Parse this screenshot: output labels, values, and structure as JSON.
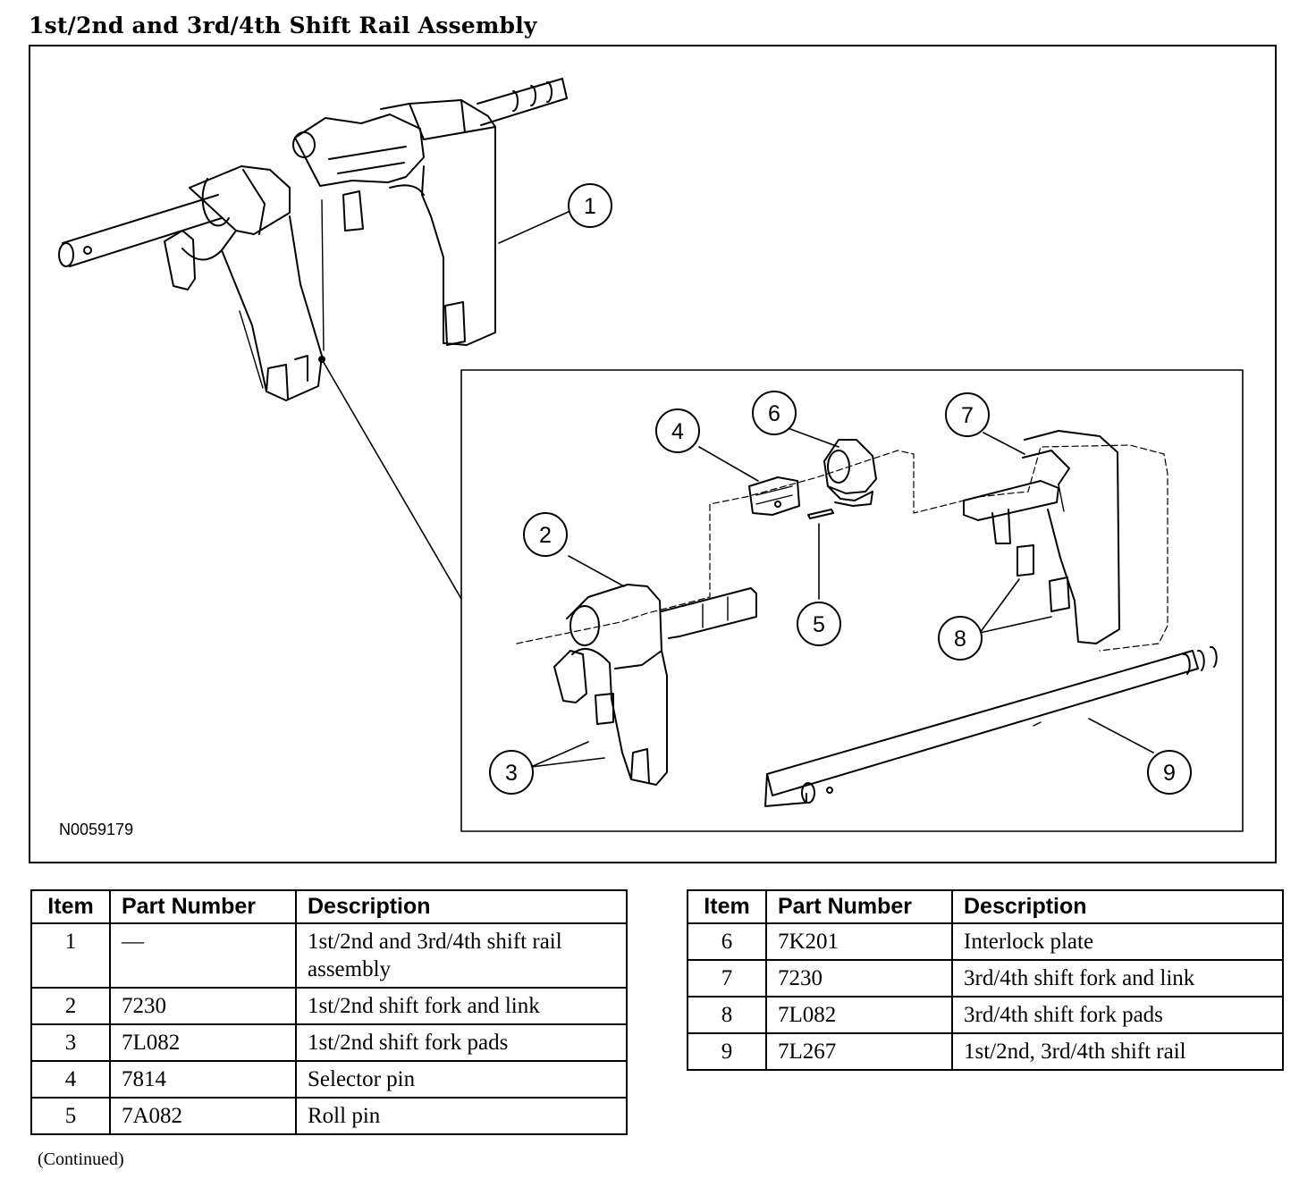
{
  "title": "1st/2nd and 3rd/4th Shift Rail Assembly",
  "figure": {
    "code": "N0059179",
    "callouts": [
      "1",
      "2",
      "3",
      "4",
      "5",
      "6",
      "7",
      "8",
      "9"
    ]
  },
  "table_headers": {
    "item": "Item",
    "part_number": "Part Number",
    "description": "Description"
  },
  "parts_left": [
    {
      "item": "1",
      "part_number": "—",
      "description": "1st/2nd and 3rd/4th shift rail assembly"
    },
    {
      "item": "2",
      "part_number": "7230",
      "description": "1st/2nd shift fork and link"
    },
    {
      "item": "3",
      "part_number": "7L082",
      "description": "1st/2nd shift fork pads"
    },
    {
      "item": "4",
      "part_number": "7814",
      "description": "Selector pin"
    },
    {
      "item": "5",
      "part_number": "7A082",
      "description": "Roll pin"
    }
  ],
  "parts_right": [
    {
      "item": "6",
      "part_number": "7K201",
      "description": "Interlock plate"
    },
    {
      "item": "7",
      "part_number": "7230",
      "description": "3rd/4th shift fork and link"
    },
    {
      "item": "8",
      "part_number": "7L082",
      "description": "3rd/4th shift fork pads"
    },
    {
      "item": "9",
      "part_number": "7L267",
      "description": "1st/2nd, 3rd/4th shift rail"
    }
  ],
  "footer": {
    "continued": "(Continued)"
  }
}
